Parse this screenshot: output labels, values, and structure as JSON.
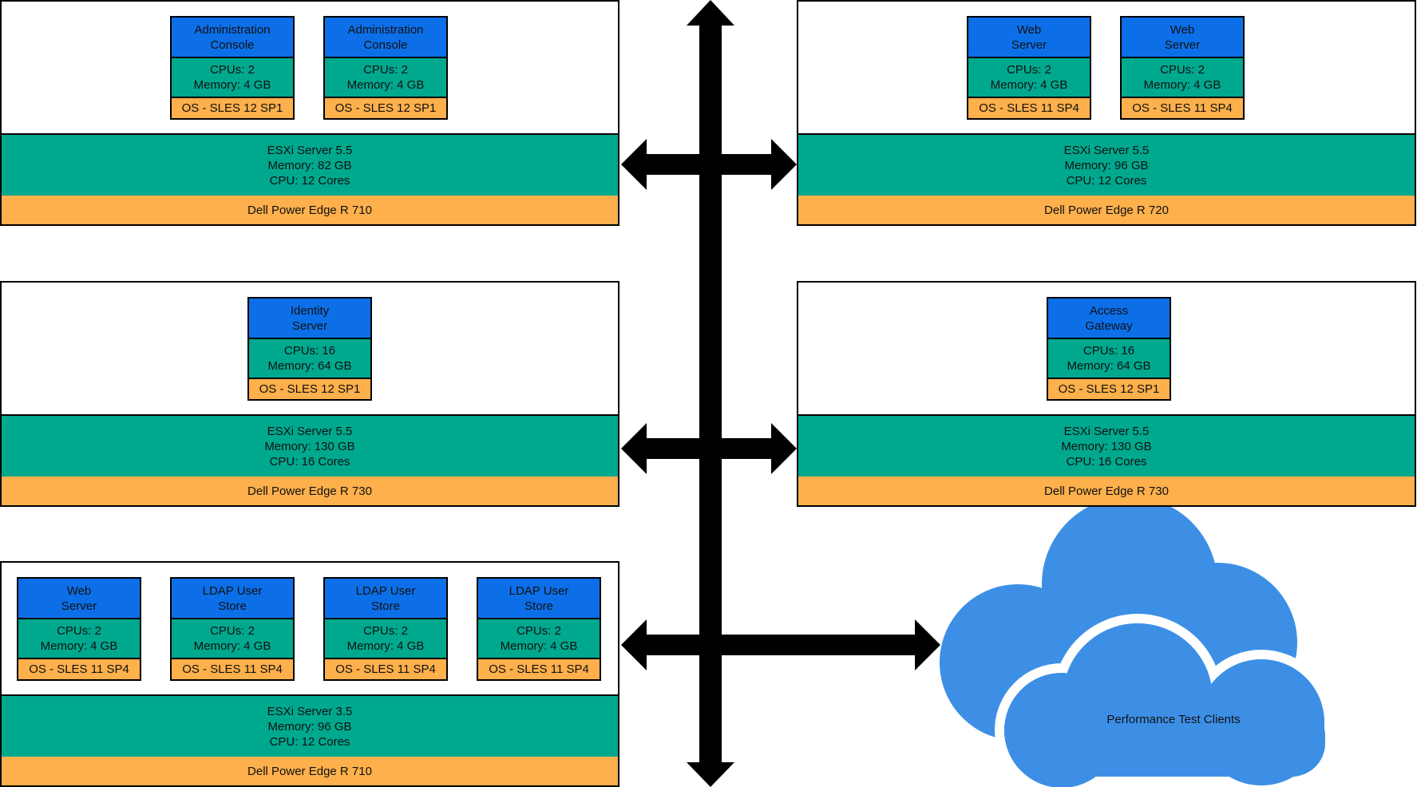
{
  "servers": [
    {
      "hardware": "Dell Power Edge R 710",
      "esxi": {
        "version": "ESXi Server 5.5",
        "memory": "Memory: 82 GB",
        "cpu": "CPU: 12 Cores"
      },
      "vms": [
        {
          "name_line1": "Administration",
          "name_line2": "Console",
          "cpus": "CPUs: 2",
          "memory": "Memory: 4 GB",
          "os": "OS - SLES 12 SP1"
        },
        {
          "name_line1": "Administration",
          "name_line2": "Console",
          "cpus": "CPUs: 2",
          "memory": "Memory: 4 GB",
          "os": "OS - SLES 12 SP1"
        }
      ]
    },
    {
      "hardware": "Dell Power Edge R 720",
      "esxi": {
        "version": "ESXi Server 5.5",
        "memory": "Memory: 96 GB",
        "cpu": "CPU: 12 Cores"
      },
      "vms": [
        {
          "name_line1": "Web",
          "name_line2": "Server",
          "cpus": "CPUs: 2",
          "memory": "Memory: 4 GB",
          "os": "OS - SLES 11 SP4"
        },
        {
          "name_line1": "Web",
          "name_line2": "Server",
          "cpus": "CPUs: 2",
          "memory": "Memory: 4 GB",
          "os": "OS - SLES 11 SP4"
        }
      ]
    },
    {
      "hardware": "Dell Power Edge R 730",
      "esxi": {
        "version": "ESXi Server 5.5",
        "memory": "Memory: 130  GB",
        "cpu": "CPU: 16 Cores"
      },
      "vms": [
        {
          "name_line1": "Identity",
          "name_line2": "Server",
          "cpus": "CPUs: 16",
          "memory": "Memory: 64 GB",
          "os": "OS - SLES 12 SP1"
        }
      ]
    },
    {
      "hardware": "Dell Power Edge R 730",
      "esxi": {
        "version": "ESXi Server 5.5",
        "memory": "Memory: 130 GB",
        "cpu": "CPU: 16 Cores"
      },
      "vms": [
        {
          "name_line1": "Access",
          "name_line2": "Gateway",
          "cpus": "CPUs: 16",
          "memory": "Memory: 64 GB",
          "os": "OS - SLES 12 SP1"
        }
      ]
    },
    {
      "hardware": "Dell Power Edge R 710",
      "esxi": {
        "version": "ESXi Server 3.5",
        "memory": "Memory: 96 GB",
        "cpu": "CPU: 12 Cores"
      },
      "vms": [
        {
          "name_line1": "Web",
          "name_line2": "Server",
          "cpus": "CPUs: 2",
          "memory": "Memory: 4 GB",
          "os": "OS - SLES 11 SP4"
        },
        {
          "name_line1": "LDAP User",
          "name_line2": "Store",
          "cpus": "CPUs: 2",
          "memory": "Memory: 4 GB",
          "os": "OS - SLES 11 SP4"
        },
        {
          "name_line1": "LDAP User",
          "name_line2": "Store",
          "cpus": "CPUs: 2",
          "memory": "Memory: 4 GB",
          "os": "OS - SLES 11 SP4"
        },
        {
          "name_line1": "LDAP User",
          "name_line2": "Store",
          "cpus": "CPUs: 2",
          "memory": "Memory: 4 GB",
          "os": "OS - SLES 11 SP4"
        }
      ]
    }
  ],
  "cloud": {
    "label": "Performance Test Clients"
  },
  "colors": {
    "vm_name": "#0c6fe8",
    "resources": "#00a88e",
    "os_hardware": "#fdb04b",
    "cloud": "#3d8fe6",
    "arrows": "#000000"
  }
}
